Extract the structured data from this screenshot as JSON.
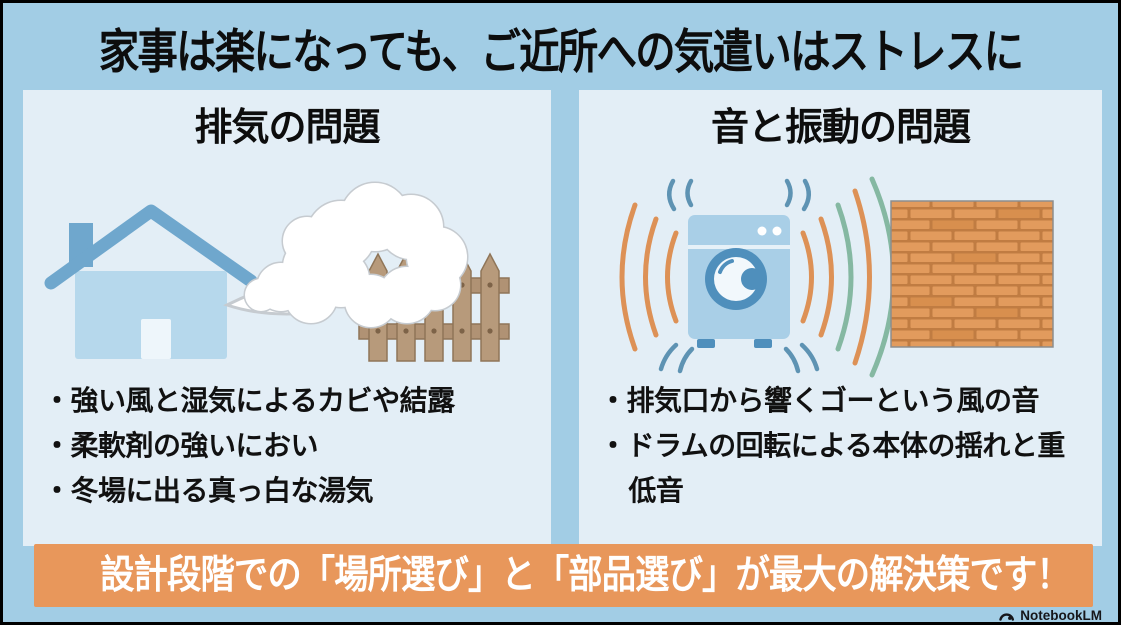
{
  "title": "家事は楽になっても、ご近所への気遣いはストレスに",
  "panels": {
    "left": {
      "heading": "排気の問題",
      "bullets": [
        "・強い風と湿気によるカビや結露",
        "・柔軟剤の強いにおい",
        "・冬場に出る真っ白な湯気"
      ],
      "icons": [
        "house-icon",
        "steam-cloud-icon",
        "wooden-fence-icon"
      ]
    },
    "right": {
      "heading": "音と振動の問題",
      "bullets": [
        "・排気口から響くゴーという風の音",
        "・ドラムの回転による本体の揺れと重低音"
      ],
      "icons": [
        "washing-machine-icon",
        "sound-waves-icon",
        "brick-wall-icon"
      ]
    }
  },
  "banner": {
    "text": "設計段階での「場所選び」と「部品選び」が最大の解決策です！",
    "background": "#e8975b"
  },
  "attribution": {
    "logo_icon": "notebooklm-logo-icon",
    "text": "NotebookLM"
  },
  "colors": {
    "background": "#a2cde5",
    "panel": "#e3eef6",
    "title_text": "#0d0d0d",
    "banner_background": "#e8975b",
    "banner_text": "#ffffff",
    "house_body": "#b6d8ec",
    "house_roof": "#6fa7cd",
    "cloud_fill": "#ffffff",
    "cloud_outline": "#c6cbd0",
    "fence_wood": "#b79a7b",
    "fence_nail": "#7d6348",
    "machine_body": "#a9cfe7",
    "machine_dark": "#4f8fbc",
    "vibration_mark": "#5e93b3",
    "sound_wave_orange": "#dd9156",
    "sound_wave_teal": "#85b8a2",
    "brick": "#e29b5d",
    "mortar": "#c07c42"
  }
}
